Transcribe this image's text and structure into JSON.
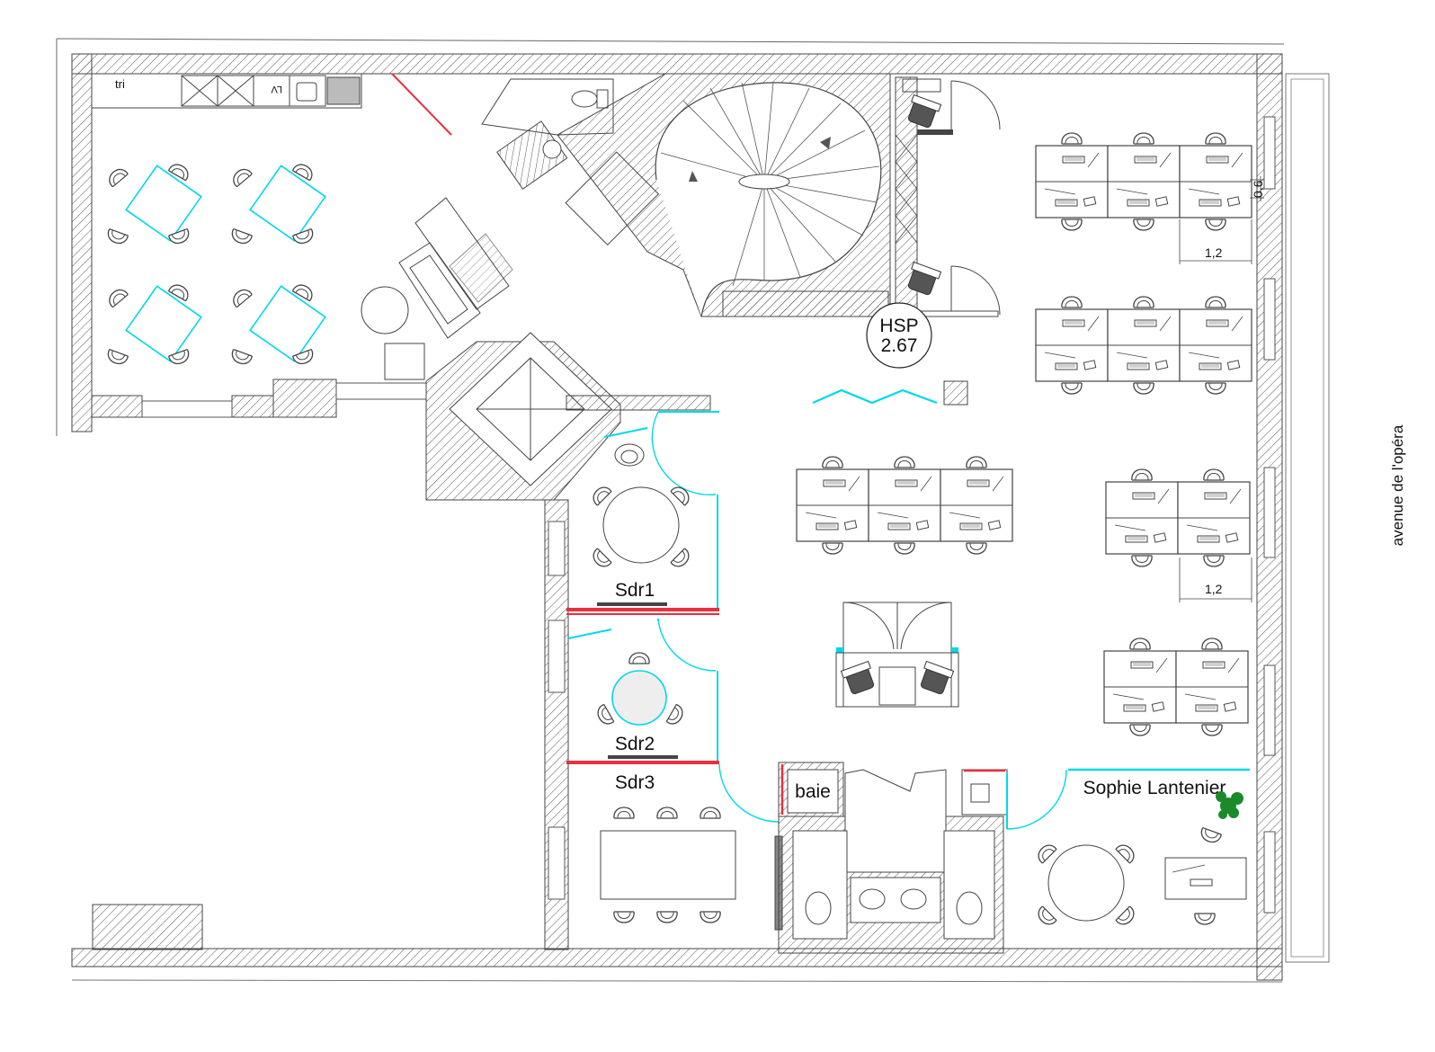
{
  "labels": {
    "kitchen_tri": "tri",
    "kitchen_lv": "LV",
    "hsp_title": "HSP",
    "hsp_value": "2.67",
    "dim_06": "0,6",
    "dim_12_top": "1,2",
    "dim_12_mid": "1,2",
    "room_sdr1": "Sdr1",
    "room_sdr2": "Sdr2",
    "room_sdr3": "Sdr3",
    "room_baie": "baie",
    "office_name": "Sophie Lantenier",
    "street": "avenue de l'opéra"
  },
  "colors": {
    "wall": "#444444",
    "glass": "#00d8e8",
    "door_red": "#e83040",
    "plant": "#1a8a2a",
    "dark_chair": "#555555"
  }
}
